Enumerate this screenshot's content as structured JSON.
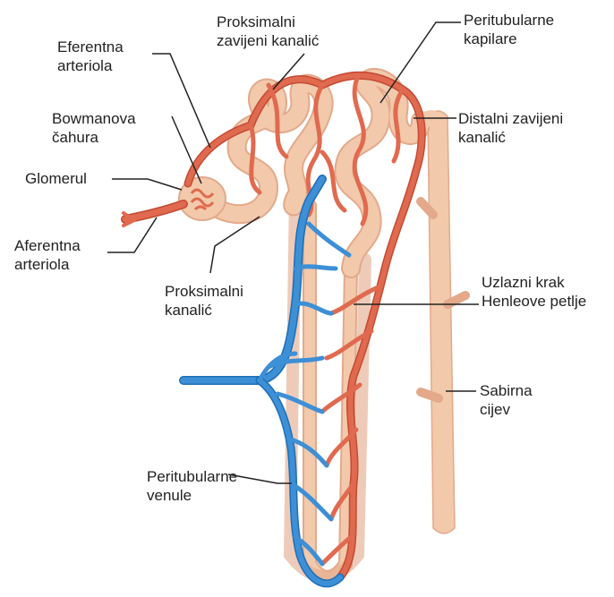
{
  "colors": {
    "tubule": "#f2c9ab",
    "tubule_outline": "#e3a98a",
    "artery": "#e06a4f",
    "artery_outline": "#c44a33",
    "vein": "#3d8fd6",
    "vein_outline": "#1e6fb6",
    "leader": "#222222"
  },
  "labels": {
    "proksimalni_zavijeni": "Proksimalni\nzavijeni kanalić",
    "peritubularne_kapilare": "Peritubularne\nkapilare",
    "eferentna_arteriola": "Eferentna\narteriola",
    "bowmanova_cahura": "Bowmanova\nčahura",
    "distalni_zavijeni": "Distalni zavijeni\nkanalić",
    "glomerul": "Glomerul",
    "aferentna_arteriola": "Aferentna\narteriola",
    "proksimalni_kanalic": "Proksimalni\nkanalić",
    "uzlazni_krak": "Uzlazni krak\nHenleove petlje",
    "sabirna_cijev": "Sabirna\ncijev",
    "peritubularne_venule": "Peritubularne\nvenule"
  }
}
